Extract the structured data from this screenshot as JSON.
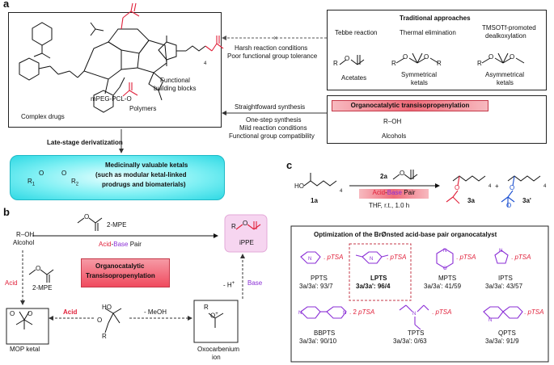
{
  "panel_a": {
    "letter": "a",
    "complex_drugs": "Complex drugs",
    "functional_building_blocks_1": "Functional",
    "functional_building_blocks_2": "building blocks",
    "polymer_label": "mPEG-PCL-O",
    "polymers": "Polymers",
    "harsh_1": "Harsh reaction conditions",
    "harsh_2": "Poor functional group tolerance",
    "traditional_title": "Traditional approaches",
    "tebbe": "Tebbe reaction",
    "thermal": "Thermal elimination",
    "tmsotf_1": "TMSOTf-promoted",
    "tmsotf_2": "dealkoxylation",
    "acetates": "Acetates",
    "symmetrical_1": "Symmetrical",
    "symmetrical_2": "ketals",
    "asymmetrical_1": "Asymmetrical",
    "asymmetrical_2": "ketals",
    "straightforward": "Straightfoward synthesis",
    "one_step": "One-step synthesis",
    "mild": "Mild reaction conditions",
    "fgc": "Functional group compatibility",
    "organocatalytic": "Organocatalytic transisopropenylation",
    "roh": "R–OH",
    "alcohols": "Alcohols",
    "late_stage": "Late-stage derivatization",
    "valuable_1": "Medicinally valuable ketals",
    "valuable_2": "(such as modular ketal-linked",
    "valuable_3": "prodrugs and biomaterials)",
    "subscript_4": "4"
  },
  "panel_b": {
    "letter": "b",
    "roh": "R–OH",
    "alcohol": "Alcohol",
    "mpe": "2-MPE",
    "acid_base_pair_acid": "Acid",
    "acid_base_pair_dash": "-",
    "acid_base_pair_base": "Base",
    "acid_base_pair_rest": " Pair",
    "ippe": "iPPE",
    "acid_left": "Acid",
    "mpe_left": "2-MPE",
    "box_1": "Organocatalytic",
    "box_2": "Transisopropenylation",
    "h_plus": "- H",
    "base_right": "Base",
    "mop_ketal": "MOP ketal",
    "acid_bottom": "Acid",
    "minus_meoh": "- MeOH",
    "oxocarbenium_1": "Oxocarbenium",
    "oxocarbenium_2": "ion"
  },
  "panel_c": {
    "letter": "c",
    "reagent": "2a",
    "pair_acid": "Acid",
    "pair_dash": "-",
    "pair_base": "Base",
    "pair_rest": " Pair",
    "conditions": "THF, r.t., 1.0 h",
    "label_1a": "1a",
    "label_3a": "3a",
    "label_3a_prime": "3a'",
    "plus": "+",
    "optimization_title": "Optimization of the BrØnsted acid-base pair organocatalyst",
    "ptsa": "pTSA",
    "ratio_prefix": "3a/3a':",
    "catalysts": [
      {
        "name": "PPTS",
        "ratio": "93/7"
      },
      {
        "name": "LPTS",
        "ratio": "96/4"
      },
      {
        "name": "MPTS",
        "ratio": "41/59"
      },
      {
        "name": "IPTS",
        "ratio": "43/57"
      },
      {
        "name": "BBPTS",
        "ratio": "90/10"
      },
      {
        "name": "TPTS",
        "ratio": "0/63"
      },
      {
        "name": "QPTS",
        "ratio": "91/9"
      }
    ],
    "bbpts_prefix": "2"
  }
}
